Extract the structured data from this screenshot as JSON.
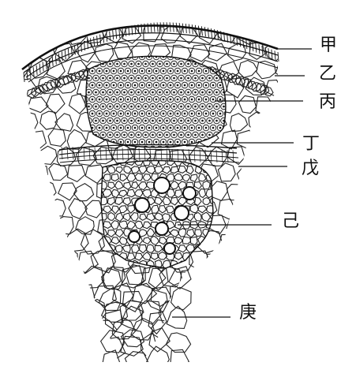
{
  "labels": {
    "jia": "甲",
    "yi": "乙",
    "bing": "丙",
    "ding": "丁",
    "wu": "戊",
    "ji": "己",
    "geng": "庚"
  },
  "colors": {
    "ink": "#111111",
    "background": "#ffffff"
  }
}
